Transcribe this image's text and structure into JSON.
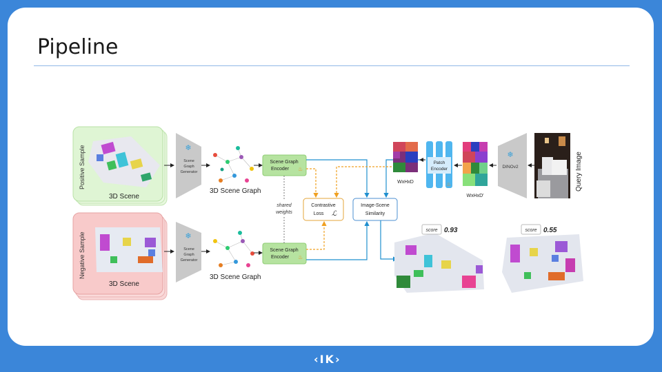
{
  "slide": {
    "title": "Pipeline",
    "logo": "‹IK›"
  },
  "diagram": {
    "positive_label": "Positive Sample",
    "negative_label": "Negative Sample",
    "scene_label": "3D Scene",
    "generator_label": [
      "Scene",
      "Graph",
      "Generator"
    ],
    "graph_label": "3D Scene Graph",
    "encoder_label": [
      "Scene Graph",
      "Encoder"
    ],
    "shared_label": [
      "shared",
      "weights"
    ],
    "contrastive_label": [
      "Contrastive",
      "Loss"
    ],
    "loss_symbol": "ℒ",
    "similarity_label": [
      "Image-Scene",
      "Similarity"
    ],
    "dims_1": "WxHxD",
    "patch_encoder_label": [
      "Patch",
      "Encoder"
    ],
    "dims_2": "WxHxD'",
    "dino_label": "DINOv2",
    "query_label": "Query Image",
    "score_label": "score",
    "score_1": "0.93",
    "score_2": "0.55",
    "colors": {
      "positive": "#dff5d4",
      "negative": "#f8caca",
      "encoder": "#b6e3a0",
      "arrow_blue": "#1f8fcf",
      "arrow_orange": "#f0a020",
      "frozen_gray": "#c9c9c9"
    }
  }
}
